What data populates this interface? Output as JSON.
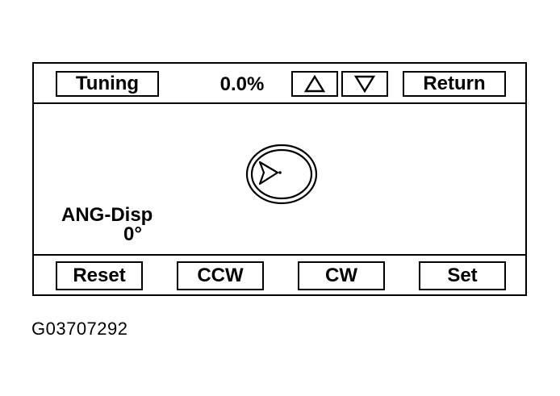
{
  "header": {
    "tuning_label": "Tuning",
    "percent_value": "0.0%",
    "up_icon": "triangle-up-icon",
    "down_icon": "triangle-down-icon",
    "return_label": "Return"
  },
  "main": {
    "angle_label": "ANG-Disp",
    "angle_value": "0°",
    "dial_icon": "angle-dial-icon"
  },
  "footer": {
    "reset_label": "Reset",
    "ccw_label": "CCW",
    "cw_label": "CW",
    "set_label": "Set"
  },
  "caption": "G03707292"
}
